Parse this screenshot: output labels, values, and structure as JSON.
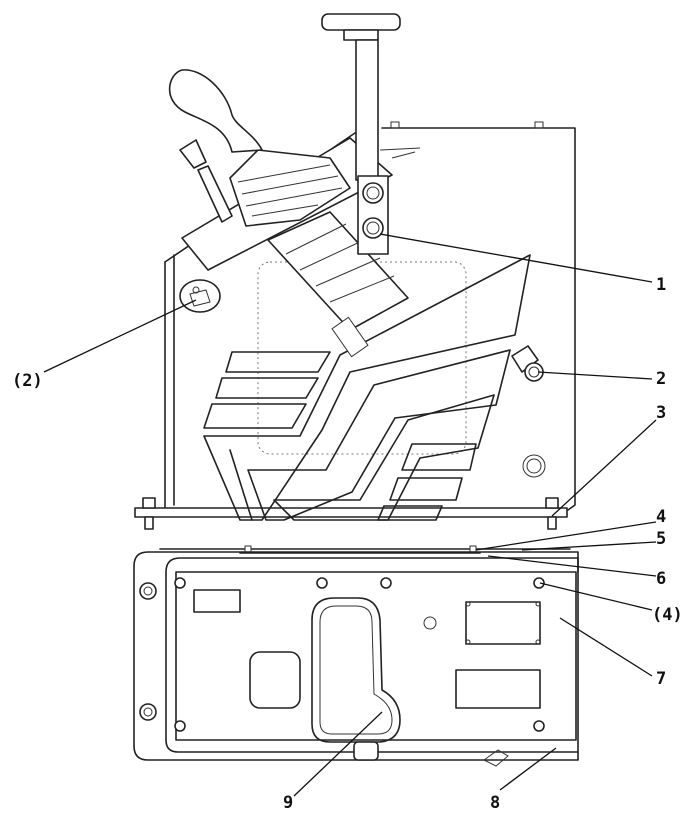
{
  "callouts": {
    "c1": "1",
    "c2": "2",
    "c3": "3",
    "c4": "4",
    "c5": "5",
    "c6": "6",
    "c4p": "(4)",
    "c7": "7",
    "c8": "8",
    "c9": "9",
    "c2p": "(2)"
  }
}
